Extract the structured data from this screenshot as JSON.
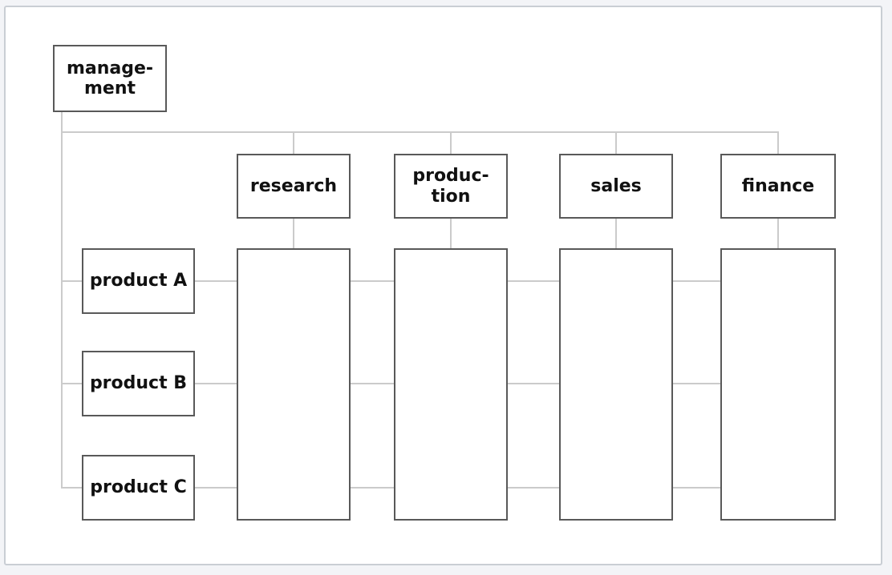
{
  "colors": {
    "page_background": "#f3f4f7",
    "canvas_background": "#ffffff",
    "frame_border": "#c9ced4",
    "node_border": "#595959",
    "connector_line": "#cbcbcb",
    "text": "#111111"
  },
  "diagram": {
    "type": "matrix-organization-chart",
    "management": {
      "label": "manage-\nment"
    },
    "departments": [
      {
        "label": "research"
      },
      {
        "label": "produc-\ntion"
      },
      {
        "label": "sales"
      },
      {
        "label": "finance"
      }
    ],
    "products": [
      {
        "label": "product A"
      },
      {
        "label": "product B"
      },
      {
        "label": "product C"
      }
    ]
  }
}
